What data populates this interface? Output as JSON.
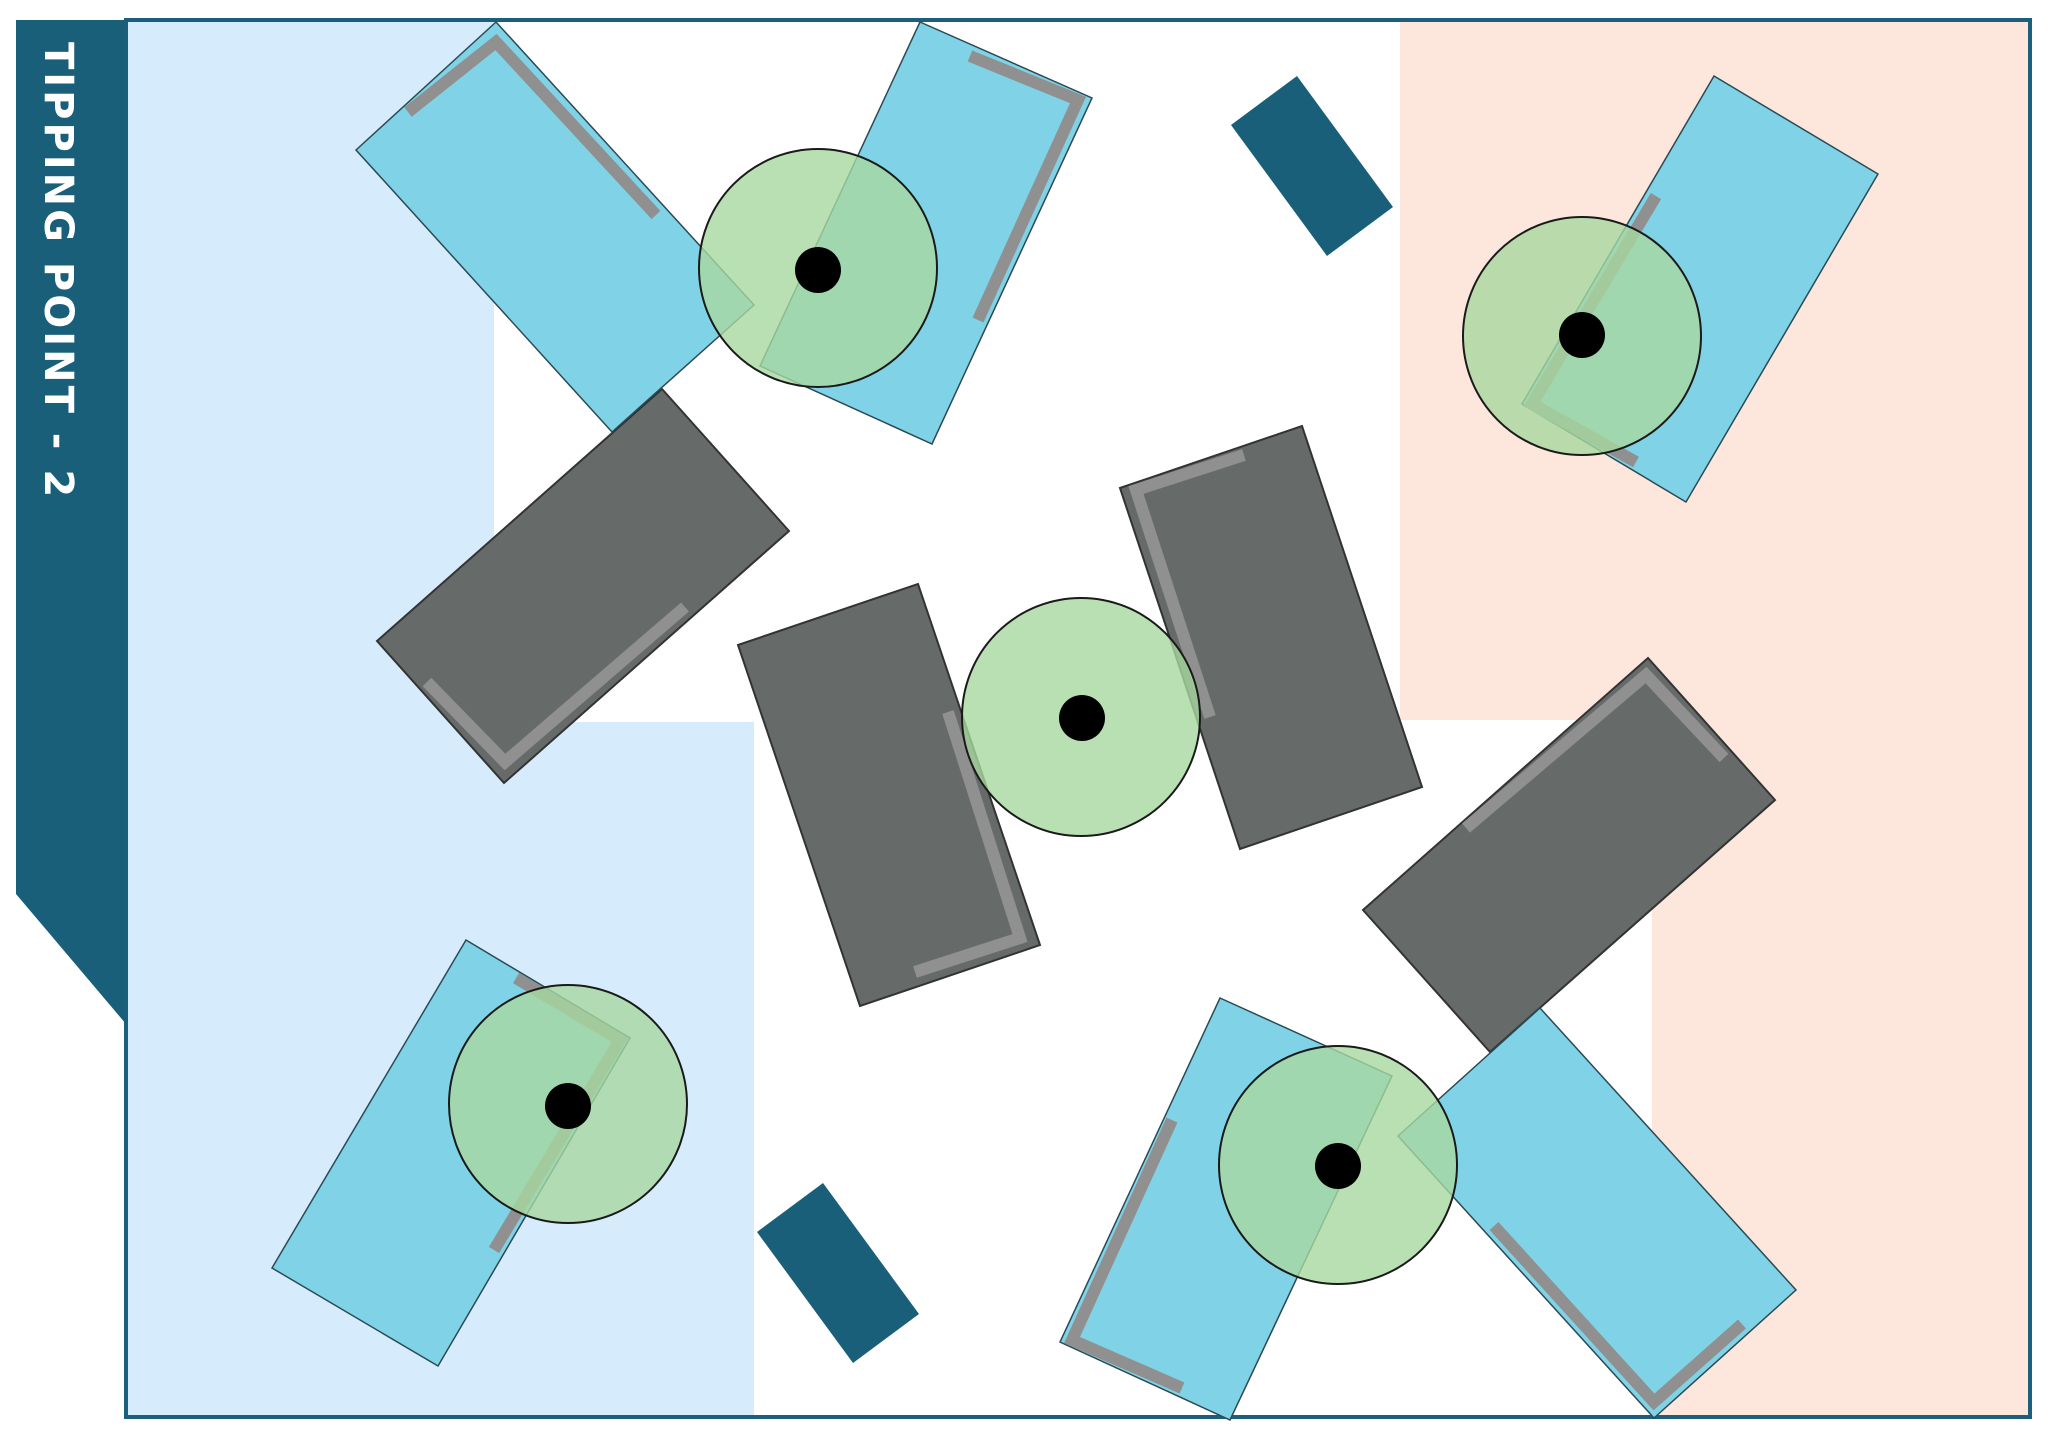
{
  "banner": {
    "title": "TIPPING POINT - 2"
  },
  "colors": {
    "frame": "#1c5f7c",
    "banner": "#1a5f7a",
    "blue_zone": "#d6ecfc",
    "red_zone": "#fde6db",
    "blue_goal": "#80d3e6",
    "neutral_goal": "#666b69",
    "goal_rail": "#909090",
    "platform": "#1a5f7a",
    "ring": "#a8d8a0",
    "ring_center": "#000000"
  },
  "field": {
    "zones": [
      "blue-alliance-zone",
      "red-alliance-zone"
    ],
    "goals": {
      "blue": [
        "blue-goal-top-left",
        "blue-goal-top-center",
        "blue-goal-top-right",
        "blue-goal-bottom-left",
        "blue-goal-bottom-center",
        "blue-goal-bottom-right"
      ],
      "neutral": [
        "neutral-goal-left",
        "neutral-goal-center-left",
        "neutral-goal-center-right",
        "neutral-goal-right"
      ]
    },
    "platforms": [
      "platform-top",
      "platform-bottom"
    ],
    "rings": [
      "ring-top-left",
      "ring-top-right",
      "ring-center",
      "ring-bottom-left",
      "ring-bottom-right"
    ]
  }
}
